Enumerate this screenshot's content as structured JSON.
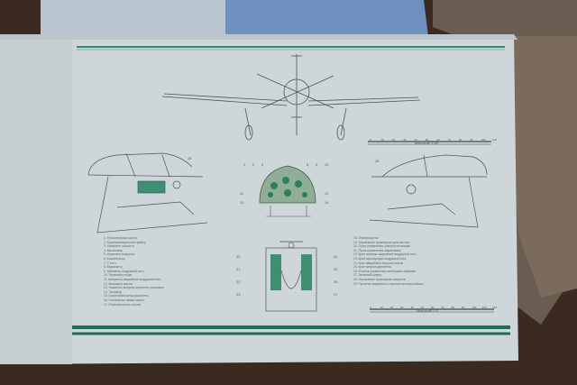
{
  "poster": {
    "accent_color": "#2a8a72",
    "legend_left": [
      "1. Ручка выпуска шасси",
      "2. Аэронавигационный прибор",
      "3. Указатель скорости",
      "4. Высотомер",
      "5. Указатель поворота",
      "6. Компенсатор",
      "7. Т е в о",
      "8. Вариометр",
      "9. Манометр воздушной сети",
      "10. Термометр воды",
      "11. Манометр аварийной воздушной сети",
      "12. Манометр масла",
      "13. Указатель выпуска агрегатов (ламповое",
      "14. Тахометр",
      "15. Гиростабилизатор-указатель",
      "16. Сигнальная лампа шасси",
      "17. Переключатель систем"
    ],
    "legend_right": [
      "18. Электрощиток",
      "19. Управление триммером руля высоты",
      "20. Пульт управления электросистемами",
      "21. Ручка управления закрылками",
      "22. Кран системы аварийной воздушной сети",
      "23. Кран перезарядки воздушной сети",
      "24. Кран аварийного выпуска шасси",
      "25. Кран запуска двигателя",
      "26. Розетка управления винтовыми лампами",
      "27. Заливной шприц",
      "28. Управление триммером элеронов",
      "29. Рукоятка аварийного открытия фонаря кабины"
    ],
    "scale_top": {
      "title": "Масштаб 1:40",
      "ticks": [
        "0",
        "10",
        "20",
        "30",
        "40",
        "50",
        "60",
        "70",
        "80",
        "90",
        "100",
        "110"
      ]
    },
    "scale_bottom": {
      "title": "Масштаб 1:5",
      "ticks": [
        "0",
        "10",
        "20",
        "30",
        "40",
        "50",
        "60",
        "70",
        "80",
        "90",
        "100",
        "110",
        "120"
      ]
    },
    "callouts": {
      "cockpit_left_top": "28",
      "cockpit_right_top": "28",
      "panel_left": [
        "1",
        "2",
        "3"
      ],
      "panel_right": [
        "8",
        "9",
        "10"
      ],
      "panel_bottom_left": [
        "11",
        "12"
      ],
      "panel_bottom_right": [
        "13",
        "14"
      ],
      "floor_left": [
        "20",
        "21",
        "22",
        "23"
      ],
      "floor_right": [
        "24",
        "25",
        "26",
        "27"
      ]
    }
  }
}
